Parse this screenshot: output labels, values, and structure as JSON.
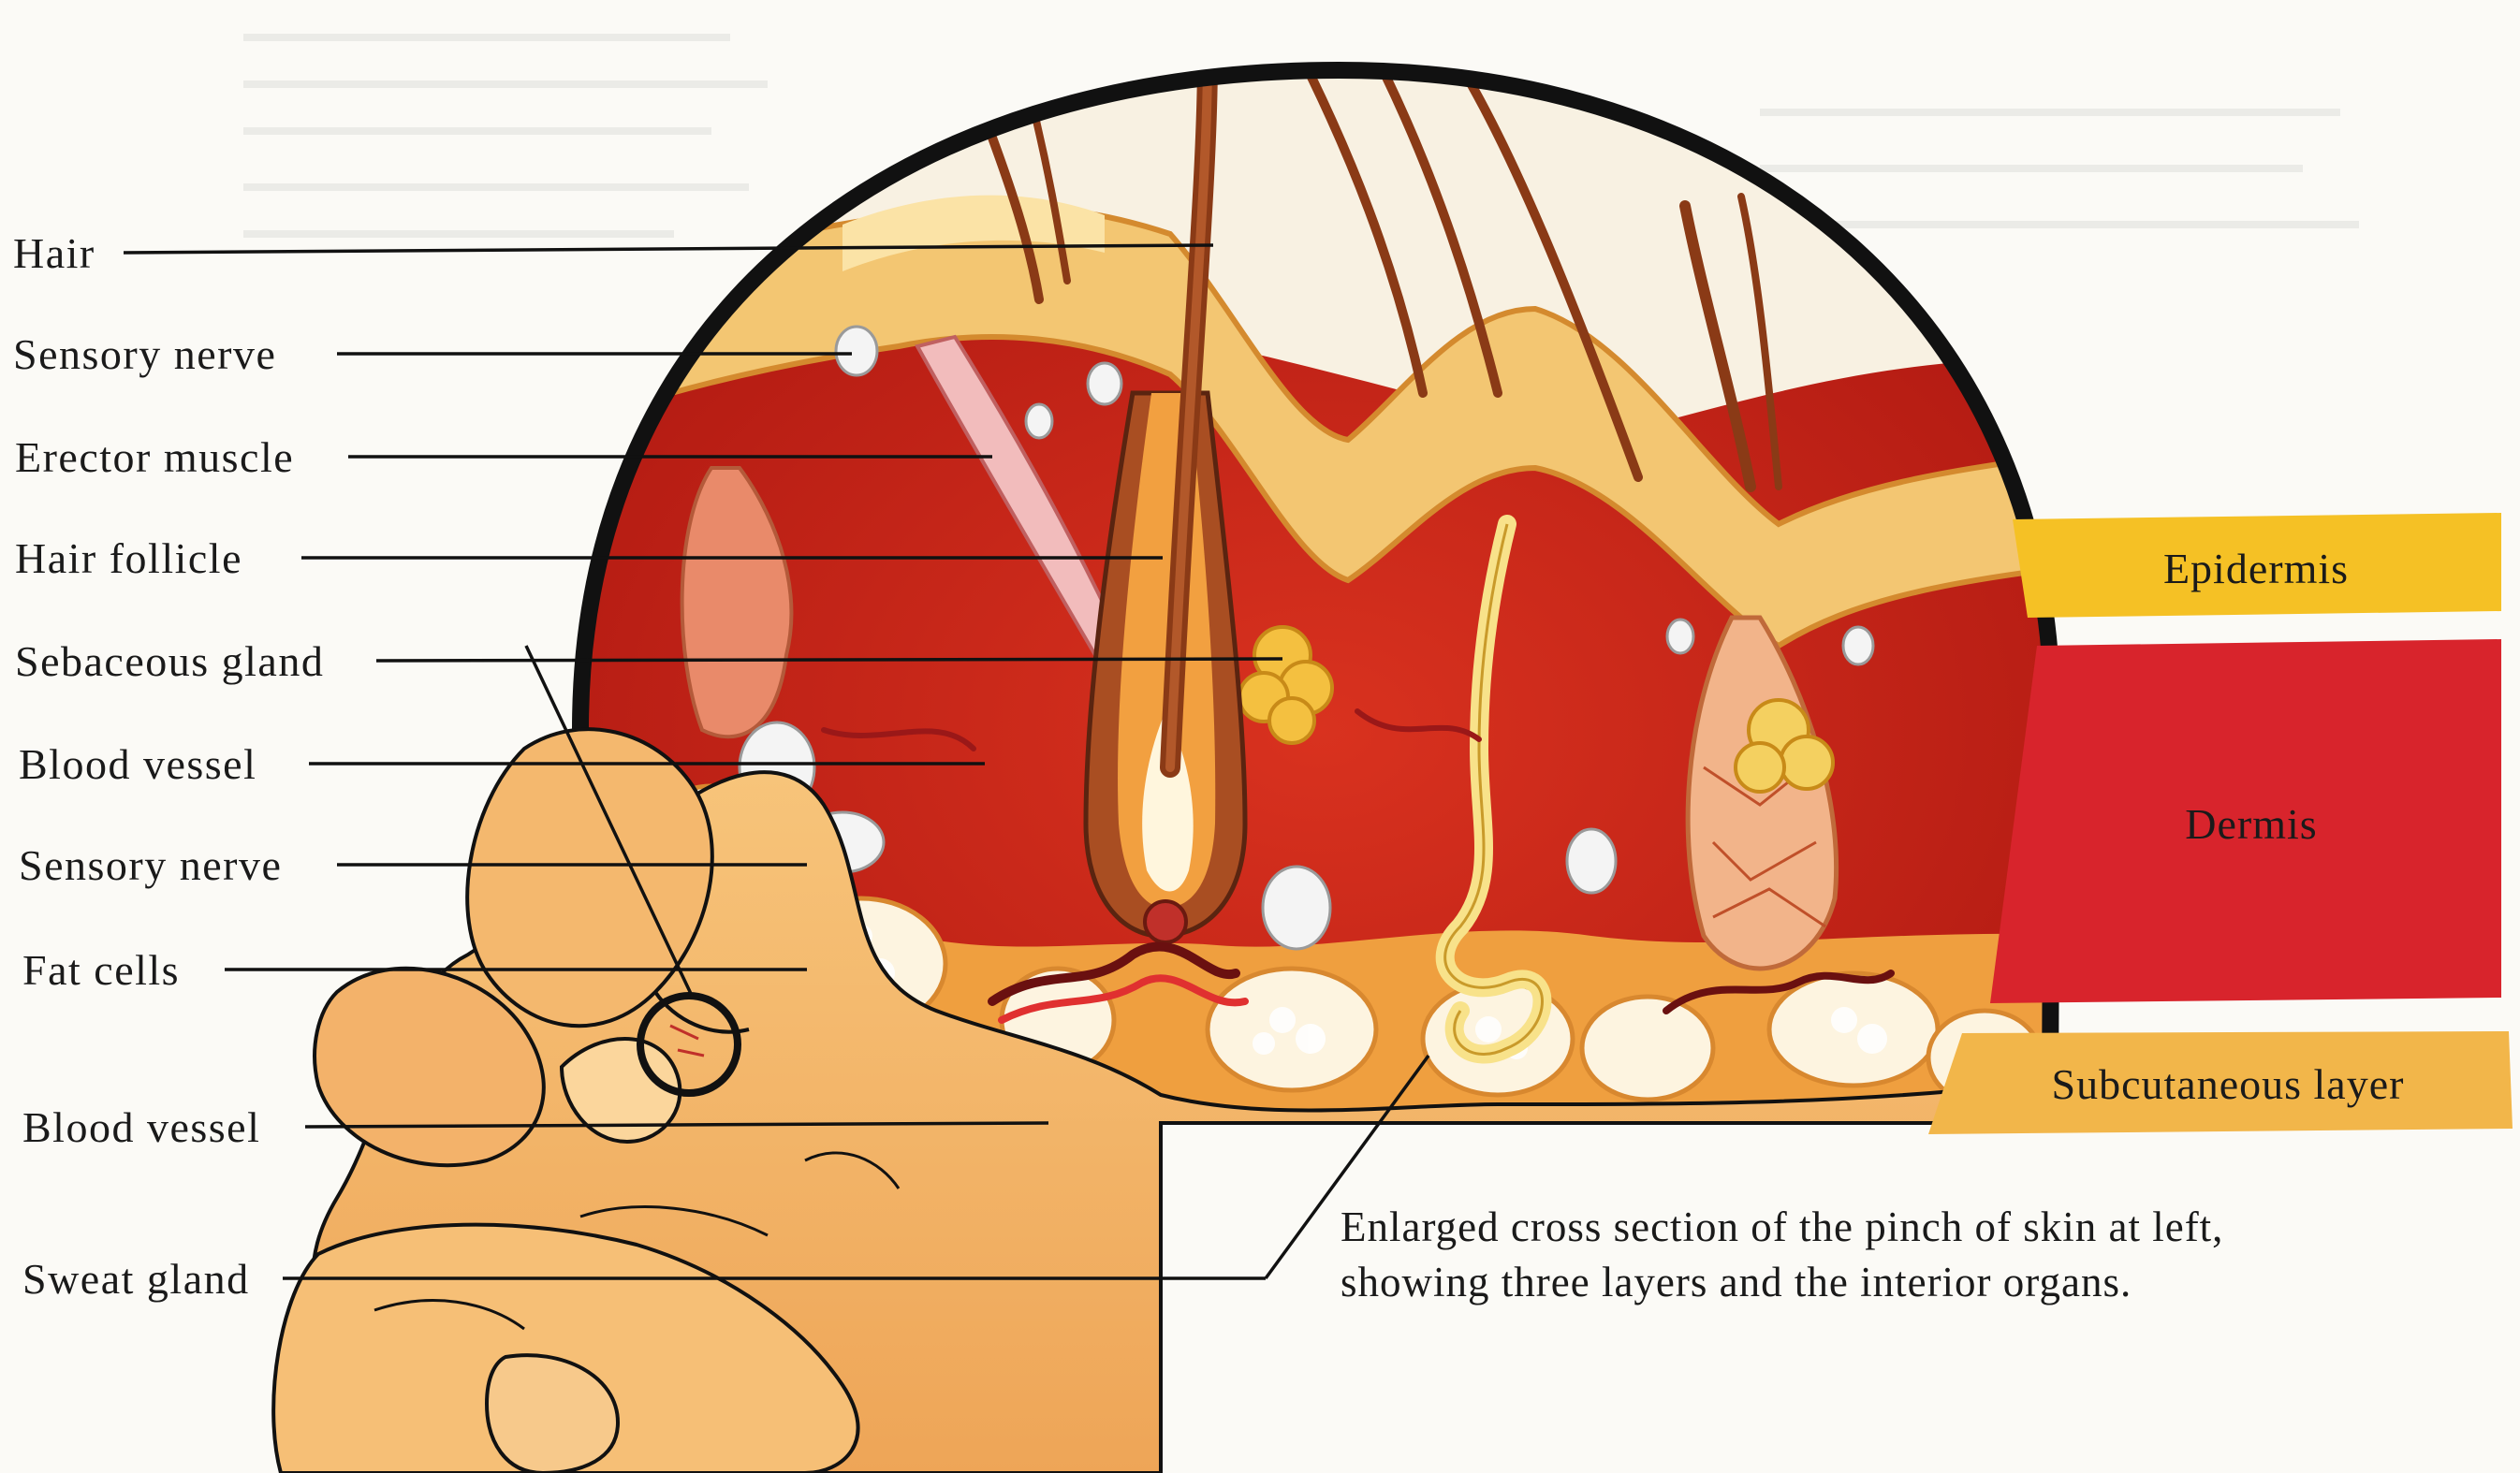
{
  "labels": [
    {
      "id": "hair",
      "text": "Hair"
    },
    {
      "id": "sensory-nerve-top",
      "text": "Sensory nerve"
    },
    {
      "id": "erector-muscle",
      "text": "Erector muscle"
    },
    {
      "id": "hair-follicle",
      "text": "Hair follicle"
    },
    {
      "id": "sebaceous-gland",
      "text": "Sebaceous gland"
    },
    {
      "id": "blood-vessel-top",
      "text": "Blood vessel"
    },
    {
      "id": "sensory-nerve-bottom",
      "text": "Sensory nerve"
    },
    {
      "id": "fat-cells",
      "text": "Fat cells"
    },
    {
      "id": "blood-vessel-bottom",
      "text": "Blood vessel"
    },
    {
      "id": "sweat-gland",
      "text": "Sweat gland"
    }
  ],
  "layers": {
    "epidermis": {
      "label": "Epidermis",
      "color": "#f5c125"
    },
    "dermis": {
      "label": "Dermis",
      "color": "#d8242c"
    },
    "subcutaneous": {
      "label": "Subcutaneous layer",
      "color": "#f2b64a"
    }
  },
  "caption": "Enlarged cross section of the pinch of skin at left, showing three layers and the interior organs.",
  "colors": {
    "dermis_red": "#c8221a",
    "epidermis_yellow": "#f4c872",
    "skin_tone": "#f4b86e",
    "outline": "#111111"
  }
}
